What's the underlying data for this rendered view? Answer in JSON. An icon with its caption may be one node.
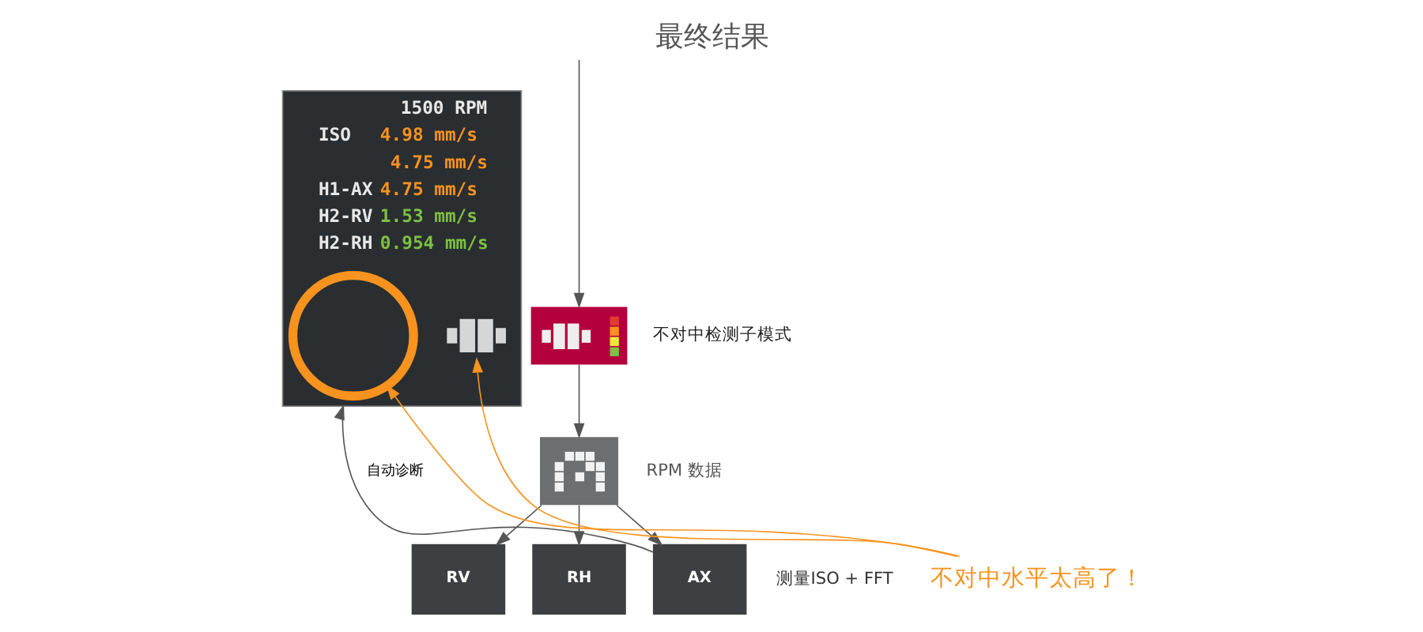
{
  "diagram": {
    "title": "最终结果",
    "nodes": [
      {
        "text": [],
        "shape": "picture",
        "beside": [
          "不对中检测子模式"
        ]
      },
      {
        "text": [],
        "shape": "picture",
        "beside": [
          "RPM 数据"
        ]
      },
      {
        "text": [
          "RV"
        ]
      },
      {
        "text": [
          "RH"
        ]
      },
      {
        "text": [
          "AX"
        ],
        "beside": [
          "测量ISO + FFT"
        ]
      },
      {
        "text": [
          "1500 RPM",
          "ISO",
          "4.98 mm/s",
          "4.75 mm/s",
          "H1-AX",
          "4.75 mm/s",
          "H2-RV",
          "1.53 mm/s",
          "H2-RH",
          "0.954 mm/s"
        ]
      },
      {
        "text": [],
        "shape": "circle",
        "in": 5
      },
      {
        "text": [],
        "shape": "picture",
        "in": 5
      },
      {
        "text": [
          "不对中水平太高了！"
        ]
      }
    ],
    "edges": [
      {
        "from": null,
        "to": 0,
        "arrow": "to"
      },
      {
        "from": 0,
        "to": 1,
        "arrow": "to"
      },
      {
        "from": 1,
        "to": 2,
        "arrow": "to"
      },
      {
        "from": 1,
        "to": 3,
        "arrow": "to"
      },
      {
        "from": 1,
        "to": 4,
        "arrow": "to"
      },
      {
        "from": 4,
        "to": 5,
        "arrow": "to",
        "label": "自动诊断"
      },
      {
        "from": 8,
        "to": 6,
        "arrow": "to",
        "color": "#f7931e"
      },
      {
        "from": 8,
        "to": 7,
        "arrow": "to",
        "color": "#f7931e"
      }
    ]
  }
}
